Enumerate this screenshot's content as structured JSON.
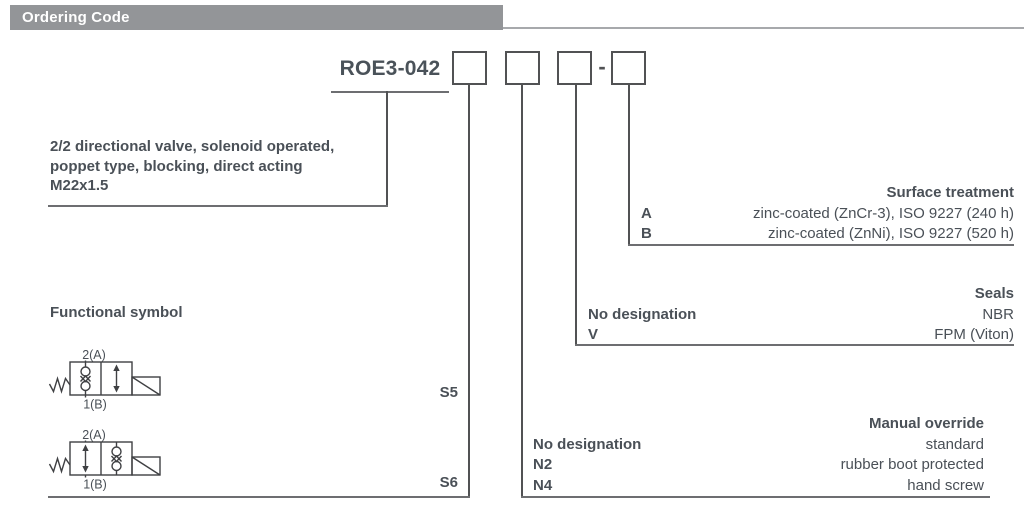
{
  "header": {
    "title": "Ordering Code"
  },
  "model": {
    "code": "ROE3-042",
    "dash": "-"
  },
  "description": {
    "line1": "2/2 directional valve, solenoid operated,",
    "line2": "poppet type, blocking, direct acting",
    "line3": "M22x1.5"
  },
  "functional": {
    "heading": "Functional symbol",
    "symbols": [
      {
        "id": "S5",
        "port_top": "2(A)",
        "port_bottom": "1(B)"
      },
      {
        "id": "S6",
        "port_top": "2(A)",
        "port_bottom": "1(B)"
      }
    ]
  },
  "sections": {
    "surface_treatment": {
      "title": "Surface treatment",
      "rows": [
        {
          "code": "A",
          "label": "zinc-coated (ZnCr-3), ISO 9227 (240 h)"
        },
        {
          "code": "B",
          "label": "zinc-coated (ZnNi), ISO 9227 (520 h)"
        }
      ]
    },
    "seals": {
      "title": "Seals",
      "rows": [
        {
          "code": "No designation",
          "label": "NBR"
        },
        {
          "code": "V",
          "label": "FPM (Viton)"
        }
      ]
    },
    "manual_override": {
      "title": "Manual override",
      "rows": [
        {
          "code": "No designation",
          "label": "standard"
        },
        {
          "code": "N2",
          "label": "rubber boot protected"
        },
        {
          "code": "N4",
          "label": "hand screw"
        }
      ]
    }
  },
  "colors": {
    "header_bar": "#939598",
    "header_text": "#ffffff",
    "body_text": "#4a5057",
    "connector_line": "#515254",
    "rule_line": "#6d6e71"
  }
}
